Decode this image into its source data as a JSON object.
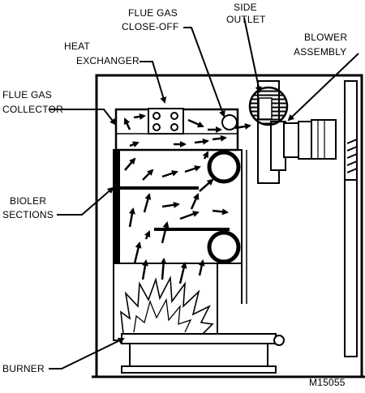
{
  "labels": {
    "side_outlet_line1": "SIDE",
    "side_outlet_line2": "OUTLET",
    "flue_gas_closeoff_line1": "FLUE GAS",
    "flue_gas_closeoff_line2": "CLOSE-OFF",
    "blower_assembly_line1": "BLOWER",
    "blower_assembly_line2": "ASSEMBLY",
    "heat_exchanger_line1": "HEAT",
    "heat_exchanger_line2": "EXCHANGER",
    "flue_gas_collector_line1": "FLUE GAS",
    "flue_gas_collector_line2": "COLLECTOR",
    "boiler_sections_line1": "BIOLER",
    "boiler_sections_line2": "SECTIONS",
    "burner": "BURNER",
    "figure_id": "M15055"
  },
  "colors": {
    "ink": "#000000",
    "paper": "#ffffff"
  }
}
